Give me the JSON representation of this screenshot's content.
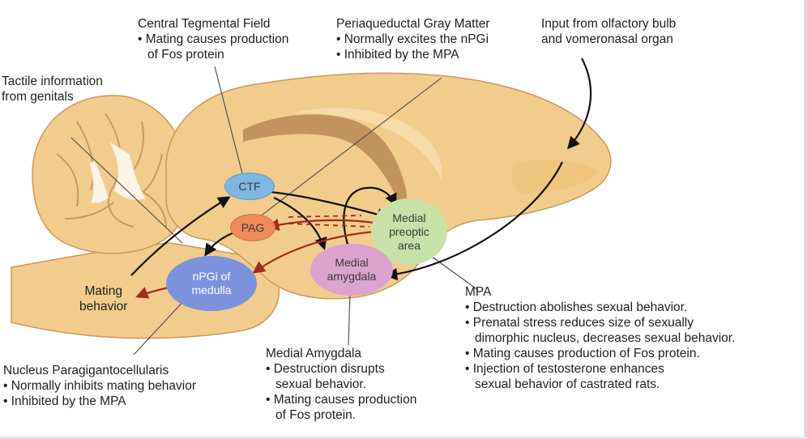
{
  "labels": {
    "ctf": {
      "title": "Central Tegmental Field",
      "bullets": [
        "• Mating causes production",
        "of Fos protein"
      ]
    },
    "pag": {
      "title": "Periaqueductal Gray Matter",
      "bullets": [
        "• Normally excites the nPGi",
        "• Inhibited by the MPA"
      ]
    },
    "olfactory": {
      "lines": [
        "Input from olfactory bulb",
        "and vomeronasal organ"
      ]
    },
    "tactile": {
      "lines": [
        "Tactile information",
        "from genitals"
      ]
    },
    "mating": {
      "lines": [
        "Mating",
        "behavior"
      ]
    },
    "npgi": {
      "title": "Nucleus Paragigantocellularis",
      "bullets": [
        "• Normally inhibits mating behavior",
        "• Inhibited by the MPA"
      ]
    },
    "amygdala": {
      "title": "Medial Amygdala",
      "bullets": [
        "• Destruction disrupts",
        "sexual behavior.",
        "• Mating causes production",
        "of Fos protein."
      ]
    },
    "mpa": {
      "title": "MPA",
      "bullets": [
        "• Destruction abolishes sexual behavior.",
        "• Prenatal stress reduces size of sexually",
        "dimorphic nucleus, decreases sexual behavior.",
        "• Mating causes production of Fos protein.",
        "• Injection of testosterone enhances",
        "sexual behavior of castrated rats."
      ]
    }
  },
  "nodes": {
    "ctf": {
      "label": "CTF",
      "color": "#7db7e2"
    },
    "pag": {
      "label": "PAG",
      "color": "#ef8a5a"
    },
    "mpa": {
      "lines": [
        "Medial",
        "preoptic",
        "area"
      ],
      "color": "#c6e2a8"
    },
    "amygdala": {
      "lines": [
        "Medial",
        "amygdala"
      ],
      "color": "#dca3cf"
    },
    "npgi": {
      "lines": [
        "nPGi of",
        "medulla"
      ],
      "color": "#7d92dc"
    }
  },
  "colors": {
    "brain_fill": "#f2cc8c",
    "brain_edge": "#c79a5b",
    "brain_shadow": "#b98a55",
    "excitatory_arrow": "#111111",
    "inhibitory_arrow": "#a52a1c"
  }
}
